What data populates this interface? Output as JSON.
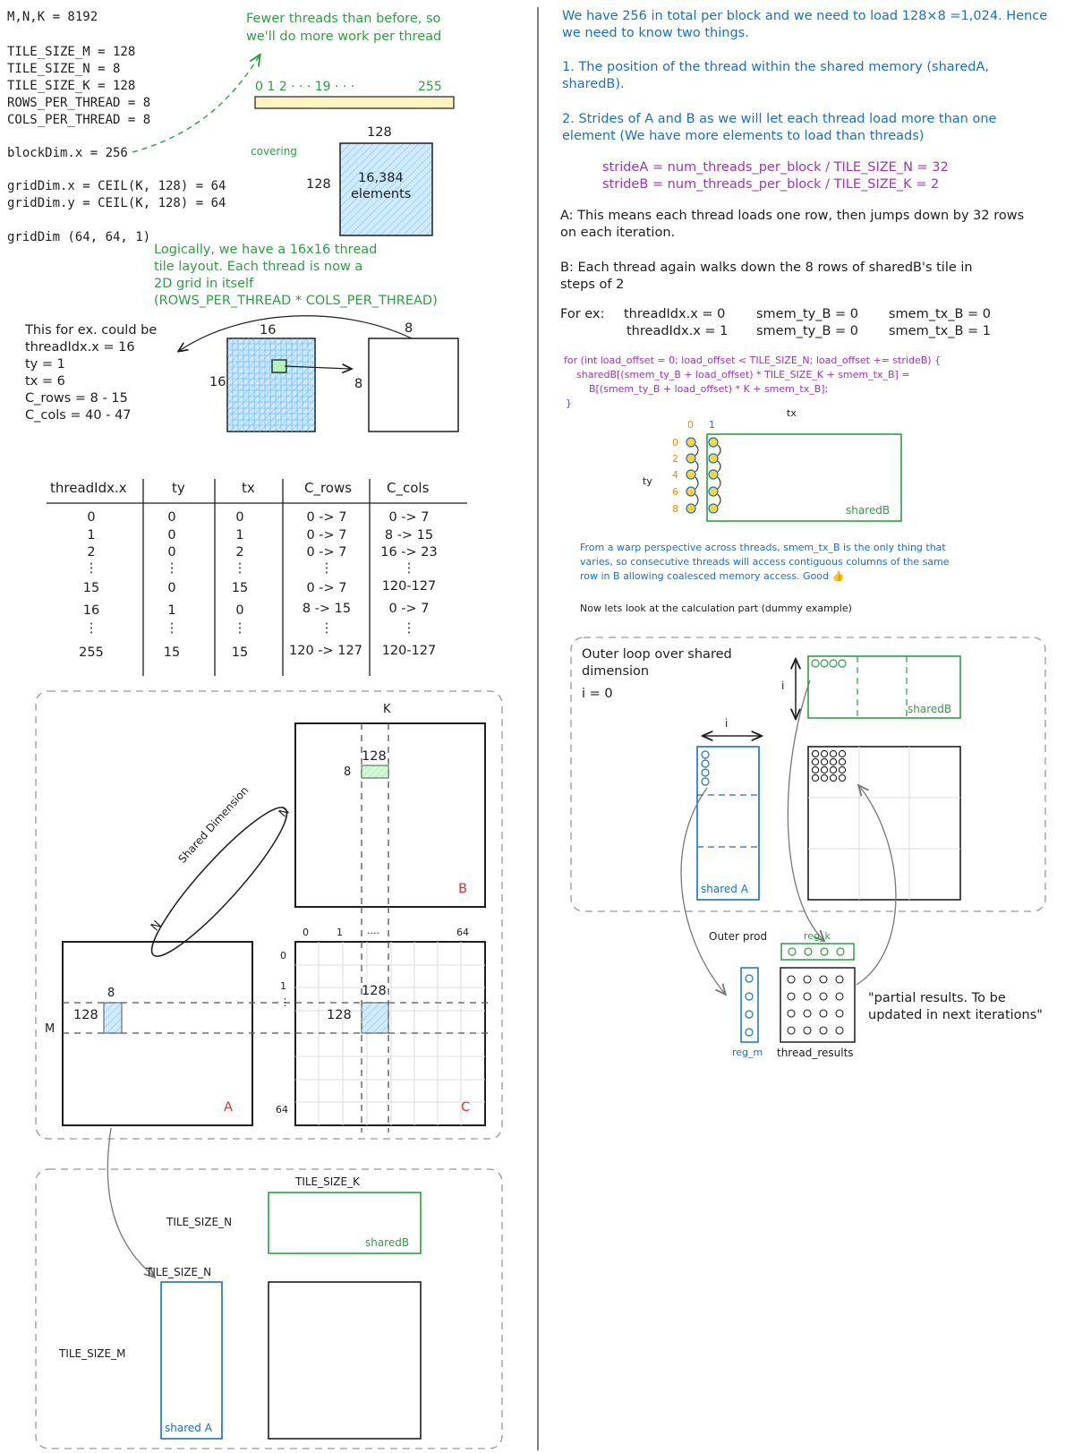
{
  "params": {
    "mnk": "M,N,K = 8192",
    "tile_m": "TILE_SIZE_M = 128",
    "tile_n": "TILE_SIZE_N = 8",
    "tile_k": "TILE_SIZE_K = 128",
    "rows_per_thread": "ROWS_PER_THREAD = 8",
    "cols_per_thread": "COLS_PER_THREAD = 8",
    "block_dim": "blockDim.x = 256",
    "grid_x": "gridDim.x = CEIL(K, 128) = 64",
    "grid_y": "gridDim.y = CEIL(K, 128) = 64",
    "grid_dim": "gridDim (64, 64, 1)"
  },
  "notes": {
    "fewer_threads_1": "Fewer threads than before, so",
    "fewer_threads_2": "we'll do more work per thread",
    "thread_bar_labels": "0 1 2  · · · 19 · · ·",
    "thread_bar_end": "255",
    "covering": "covering",
    "tile_top": "128",
    "tile_left": "128",
    "tile_elements_1": "16,384",
    "tile_elements_2": "elements",
    "logical_1": "Logically, we have a 16x16 thread",
    "logical_2": "tile layout. Each thread is now a",
    "logical_3": "2D grid in itself",
    "logical_4": "(ROWS_PER_THREAD * COLS_PER_THREAD)",
    "example_1": "This for ex. could be",
    "example_2": "threadIdx.x = 16",
    "example_3": "ty = 1",
    "example_4": "tx = 6",
    "example_5": "C_rows = 8 - 15",
    "example_6": "C_cols = 40 - 47",
    "grid16_top": "16",
    "grid16_left": "16",
    "small_top": "8",
    "small_left": "8"
  },
  "table": {
    "headers": [
      "threadIdx.x",
      "ty",
      "tx",
      "C_rows",
      "C_cols"
    ],
    "rows": [
      [
        "0",
        "0",
        "0",
        "0 -> 7",
        "0 -> 7"
      ],
      [
        "1",
        "0",
        "1",
        "0 -> 7",
        "8 -> 15"
      ],
      [
        "2",
        "0",
        "2",
        "0 -> 7",
        "16 -> 23"
      ],
      [
        "⋮",
        "⋮",
        "⋮",
        "⋮",
        "⋮"
      ],
      [
        "15",
        "0",
        "15",
        "0 -> 7",
        "120-127"
      ],
      [
        "16",
        "1",
        "0",
        "8 -> 15",
        "0 -> 7"
      ],
      [
        "⋮",
        "⋮",
        "⋮",
        "⋮",
        "⋮"
      ],
      [
        "255",
        "15",
        "15",
        "120 -> 127",
        "120-127"
      ]
    ]
  },
  "matrix_diagram": {
    "k_label": "K",
    "n_label_b": "N",
    "n_label_a": "N",
    "m_label": "M",
    "shared_dim": "Shared Dimension",
    "b_tile_128": "128",
    "b_tile_8": "8",
    "a_tile_8": "8",
    "a_tile_128": "128",
    "c_tile_128_top": "128",
    "c_tile_128_left": "128",
    "c_col_0": "0",
    "c_col_1": "1",
    "c_col_dots": "....",
    "c_col_64": "64",
    "c_row_0": "0",
    "c_row_1": "1",
    "c_row_dots": "⋮",
    "c_row_64": "64",
    "label_a": "A",
    "label_b": "B",
    "label_c": "C"
  },
  "bottom_diagram": {
    "tile_k": "TILE_SIZE_K",
    "tile_n_b": "TILE_SIZE_N",
    "tile_n_a": "TILE_SIZE_N",
    "tile_m": "TILE_SIZE_M",
    "shared_b": "sharedB",
    "shared_a": "shared A"
  },
  "right": {
    "intro_1": "We have 256 in total per block and we need to load 128×8 =1,024. Hence",
    "intro_2": "we need to know two things.",
    "point1_1": "1. The position of the thread within the shared memory (sharedA,",
    "point1_2": "sharedB).",
    "point2_1": "2. Strides of A and B as we will let each thread load more than one",
    "point2_2": "element (We have more elements to load than threads)",
    "stride_a": "strideA = num_threads_per_block / TILE_SIZE_N = 32",
    "stride_b": "strideB = num_threads_per_block / TILE_SIZE_K = 2",
    "a_note_1": "A: This means each thread loads one row, then jumps down by 32 rows",
    "a_note_2": "on each iteration.",
    "b_note_1": "B: Each thread again walks down the 8 rows of sharedB's tile in",
    "b_note_2": "steps of 2",
    "ex_label": "For ex:",
    "ex_r1_a": "threadIdx.x = 0",
    "ex_r1_b": "smem_ty_B = 0",
    "ex_r1_c": "smem_tx_B = 0",
    "ex_r2_a": "threadIdx.x = 1",
    "ex_r2_b": "smem_ty_B = 0",
    "ex_r2_c": "smem_tx_B = 1",
    "code_1": "for (int load_offset = 0; load_offset < TILE_SIZE_N; load_offset += strideB) {",
    "code_2": "    sharedB[(smem_ty_B + load_offset) * TILE_SIZE_K + smem_tx_B] =",
    "code_3": "        B[(smem_ty_B + load_offset) * K + smem_tx_B];",
    "code_4": "}",
    "tx_label": "tx",
    "ty_label": "ty",
    "tx_0": "0",
    "tx_1": "1",
    "ty_vals": [
      "0",
      "2",
      "4",
      "6",
      "8"
    ],
    "shared_b_label": "sharedB",
    "warp_1": "From a warp perspective across threads, smem_tx_B is the only thing that",
    "warp_2": "varies, so consecutive threads will access contiguous columns of the same",
    "warp_3": "row in B allowing coalesced memory access. Good 👍",
    "calc_note": "Now lets look at the calculation part (dummy example)",
    "outer_1": "Outer loop over shared",
    "outer_2": "dimension",
    "outer_3": "i = 0",
    "i_label_v": "i",
    "i_label_h": "i",
    "shared_b2": "sharedB",
    "shared_a2": "shared A",
    "outer_prod": "Outer prod",
    "reg_k": "reg_k",
    "reg_m": "reg_m",
    "thread_results": "thread_results",
    "partial_1": "\"partial results. To be",
    "partial_2": "updated in next iterations\""
  },
  "colors": {
    "green": "#2f9e44",
    "blue": "#1971c2",
    "purple": "#9c36b5",
    "red": "#e03131",
    "orange": "#f08c00",
    "hatch_blue": "#a5d8ff",
    "light_green": "#b2f2bb",
    "bar_yellow": "#fff3bf"
  }
}
